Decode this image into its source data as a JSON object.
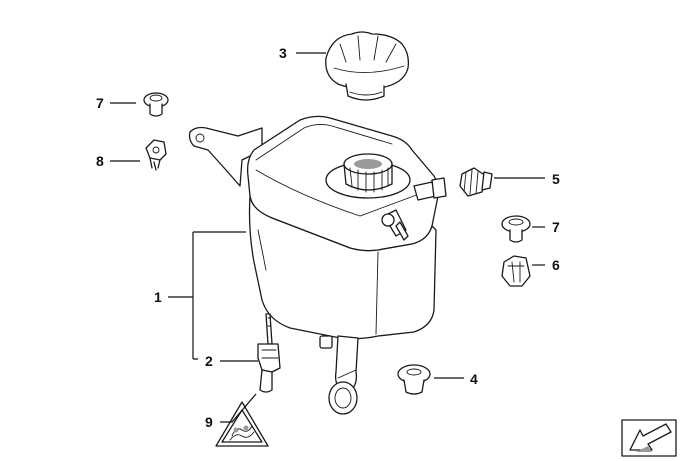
{
  "callouts": [
    {
      "id": "1",
      "label": "1"
    },
    {
      "id": "2",
      "label": "2"
    },
    {
      "id": "3",
      "label": "3"
    },
    {
      "id": "4",
      "label": "4"
    },
    {
      "id": "5",
      "label": "5"
    },
    {
      "id": "6",
      "label": "6"
    },
    {
      "id": "7a",
      "label": "7"
    },
    {
      "id": "7b",
      "label": "7"
    },
    {
      "id": "8",
      "label": "8"
    },
    {
      "id": "9",
      "label": "9"
    }
  ],
  "colors": {
    "line": "#111111",
    "background": "#ffffff",
    "shade": "#9a9a9a"
  },
  "icons": {
    "nav": "direction-arrow-icon",
    "warning": "hot-coolant-warning-icon"
  }
}
